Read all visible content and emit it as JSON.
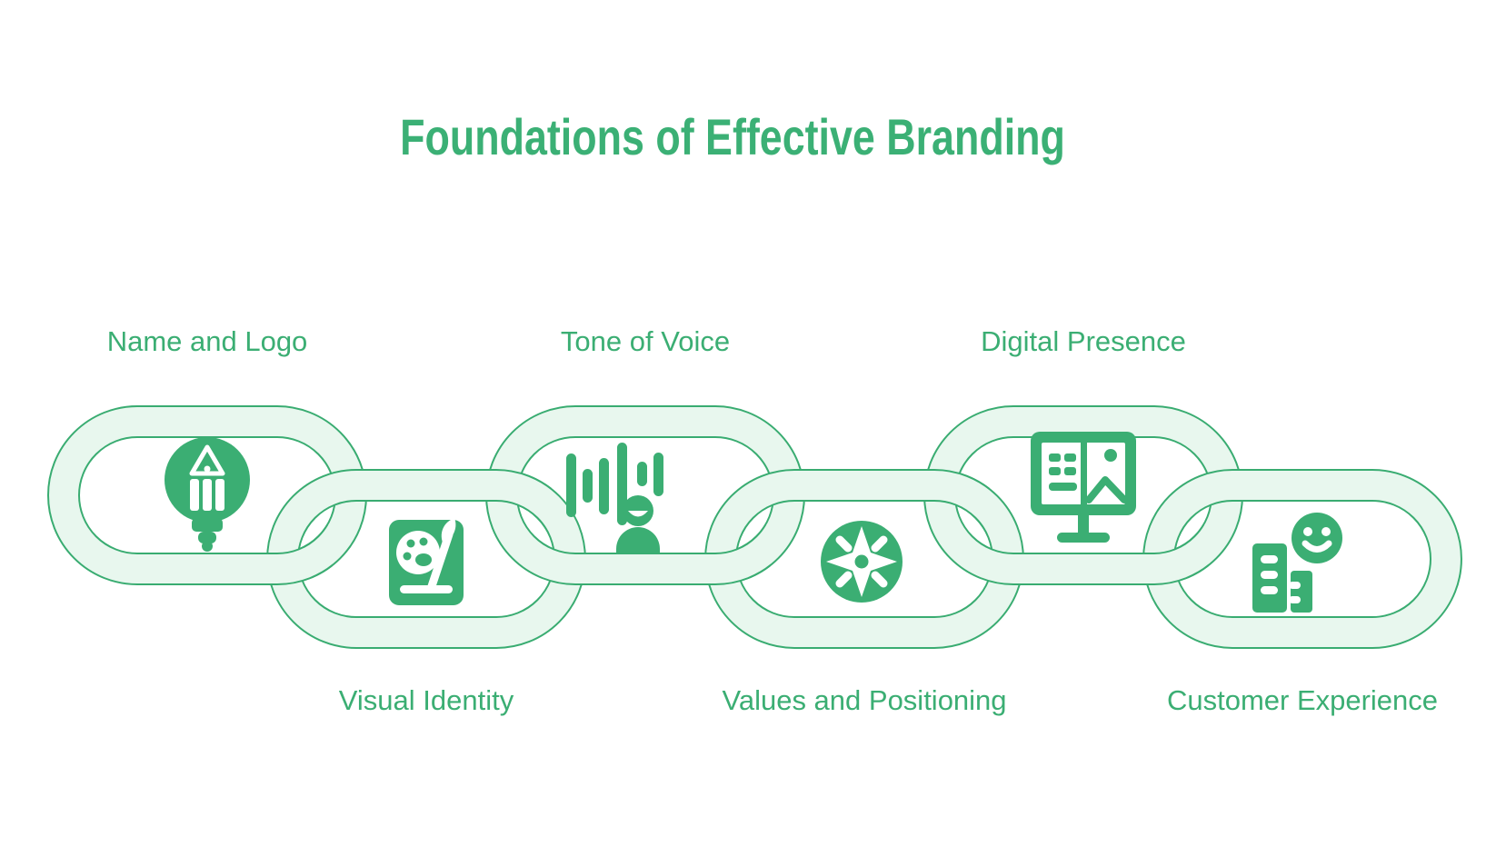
{
  "title": {
    "text": "Foundations of Effective Branding"
  },
  "colors": {
    "accent_green": "#3BAE73",
    "chain_fill": "#E8F7EE",
    "chain_stroke": "#39AC71",
    "background": "#FFFFFF"
  },
  "chain": {
    "links": [
      {
        "label": "Name and Logo",
        "icon": "lightbulb-pencil-icon",
        "label_position": "top"
      },
      {
        "label": "Visual Identity",
        "icon": "brand-book-palette-icon",
        "label_position": "bottom"
      },
      {
        "label": "Tone of Voice",
        "icon": "voice-waveform-person-icon",
        "label_position": "top"
      },
      {
        "label": "Values and Positioning",
        "icon": "compass-icon",
        "label_position": "bottom"
      },
      {
        "label": "Digital Presence",
        "icon": "monitor-website-icon",
        "label_position": "top"
      },
      {
        "label": "Customer Experience",
        "icon": "buildings-smiley-icon",
        "label_position": "bottom"
      }
    ]
  }
}
